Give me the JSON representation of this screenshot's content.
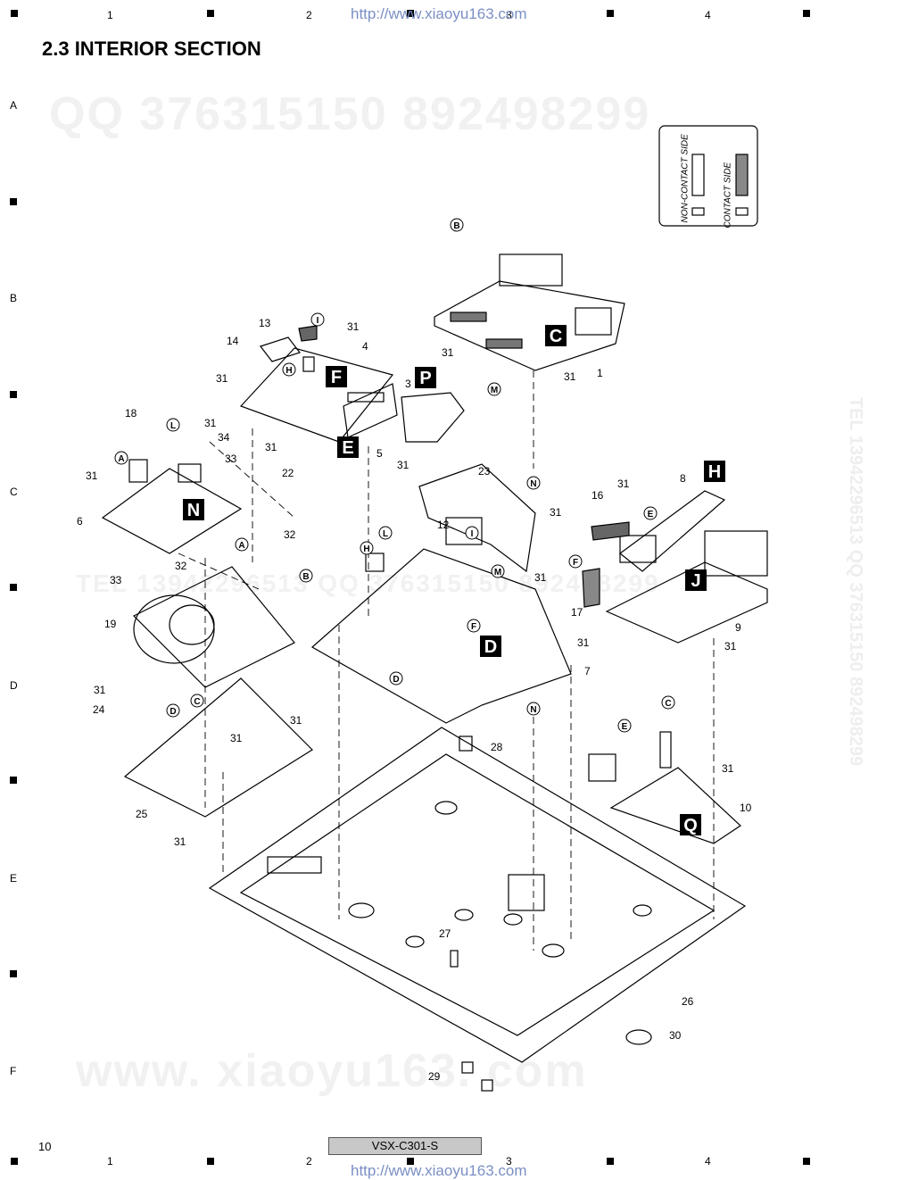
{
  "header": {
    "columns": [
      "1",
      "2",
      "3",
      "4"
    ],
    "url": "http://www.xiaoyu163.com"
  },
  "title": "2.3  INTERIOR SECTION",
  "rows": [
    "A",
    "B",
    "C",
    "D",
    "E",
    "F"
  ],
  "watermarks": {
    "qq": "QQ 376315150    892498299",
    "tel": "TEL 13942296513  QQ 376315150  892498299",
    "site": "www. xiaoyu163. com",
    "side": "TEL 13942296513  QQ 376315150  892498299"
  },
  "legend": {
    "non_contact": "NON-CONTACT SIDE",
    "contact": "CONTACT SIDE"
  },
  "boards": [
    "C",
    "F",
    "P",
    "E",
    "N",
    "H",
    "J",
    "D",
    "Q"
  ],
  "connectors": [
    "A",
    "B",
    "C",
    "D",
    "E",
    "F",
    "H",
    "I",
    "L",
    "M",
    "N"
  ],
  "part_numbers": [
    "1",
    "3",
    "4",
    "5",
    "6",
    "7",
    "8",
    "9",
    "10",
    "12",
    "13",
    "14",
    "16",
    "17",
    "18",
    "19",
    "22",
    "23",
    "24",
    "25",
    "26",
    "27",
    "28",
    "29",
    "30",
    "31",
    "32",
    "33",
    "34"
  ],
  "footer": {
    "page": "10",
    "model": "VSX-C301-S",
    "url": "http://www.xiaoyu163.com"
  }
}
